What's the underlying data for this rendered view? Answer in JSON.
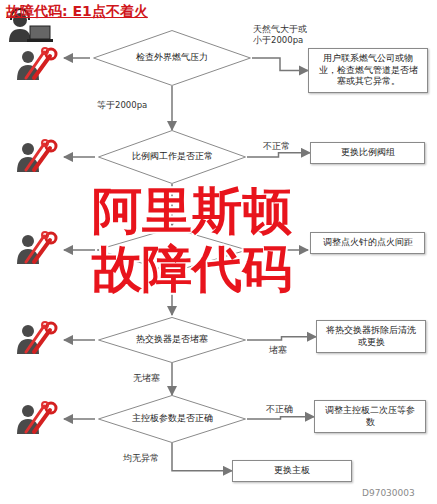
{
  "diagram": {
    "title": "故障代码: E1点不着火",
    "nodes": [
      {
        "text": [
          "检查外界燃气压力"
        ]
      },
      {
        "text": [
          "用户联系燃气公司或物业，检查燃气管道是否堵塞或其它异常。"
        ]
      },
      {
        "text": [
          "比例阀工作是否正常"
        ]
      },
      {
        "text": [
          "更换比例阀组"
        ]
      },
      {
        "text": [
          "调整点火针的点火间距"
        ]
      },
      {
        "text": [
          "热交换器是否堵塞"
        ]
      },
      {
        "text": [
          "将热交换器拆除后清洗或更换"
        ]
      },
      {
        "text": [
          "主控板参数是否正确"
        ]
      },
      {
        "text": [
          "调整主控板二次压等参数"
        ]
      },
      {
        "text": [
          "更换主板"
        ]
      }
    ],
    "edges": [
      {
        "from": 0,
        "to": 1,
        "arrow": "to",
        "label": "天然气大于或小于2000pa"
      },
      {
        "from": 0,
        "to": 2,
        "arrow": "to",
        "label": "等于2000pa"
      },
      {
        "from": 2,
        "to": 3,
        "arrow": "to",
        "label": "不正常"
      },
      {
        "from": 5,
        "to": 6,
        "arrow": "to",
        "label": "堵塞"
      },
      {
        "from": 5,
        "to": 7,
        "arrow": "to",
        "label": "无堵塞"
      },
      {
        "from": 7,
        "to": 8,
        "arrow": "to",
        "label": "不正确"
      },
      {
        "from": 7,
        "to": 9,
        "arrow": "to",
        "label": "均无异常"
      }
    ],
    "labels": [
      "阿里斯顿",
      "故障代码",
      "D97030003"
    ]
  }
}
